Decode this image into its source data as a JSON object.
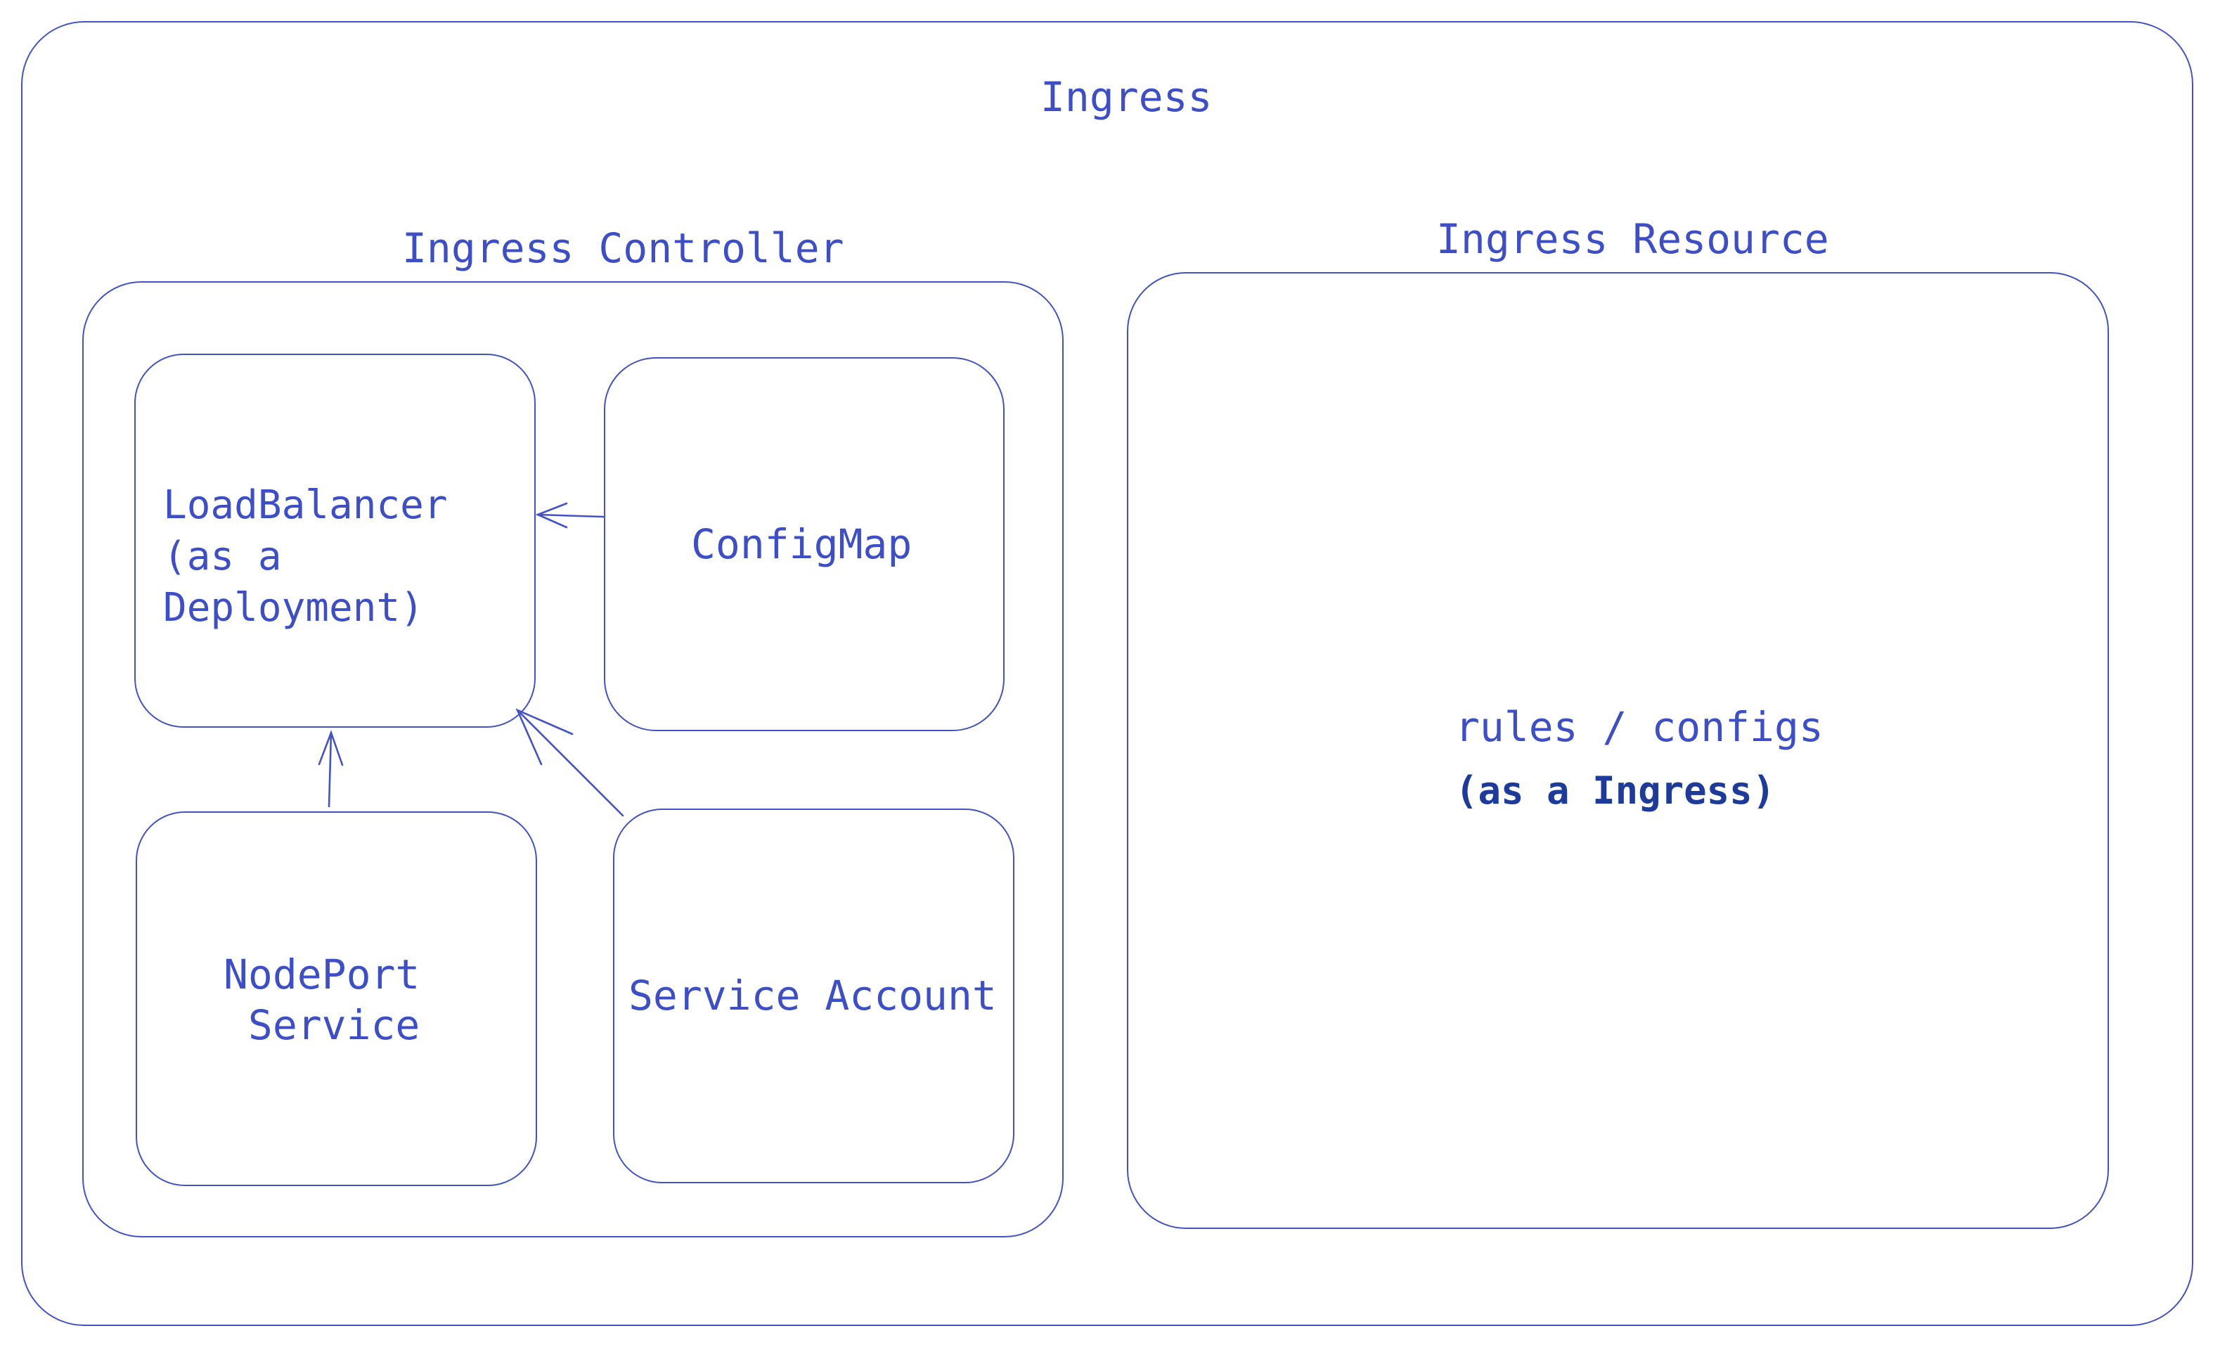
{
  "diagram": {
    "outer_title": "Ingress",
    "controller": {
      "title": "Ingress Controller",
      "load_balancer": {
        "line1": "LoadBalancer",
        "line2": "(as a",
        "line3": "Deployment)"
      },
      "config_map": {
        "label": "ConfigMap"
      },
      "nodeport": {
        "line1": "NodePort",
        "line2": " Service"
      },
      "service_account": {
        "label": "Service Account"
      }
    },
    "resource": {
      "title": "Ingress Resource",
      "line1": "rules / configs",
      "line2": "(as a Ingress)"
    }
  },
  "colors": {
    "stroke": "#4452c5",
    "text": "#3e4ec6",
    "text_dark": "#1e3a9a",
    "background": "#ffffff"
  }
}
